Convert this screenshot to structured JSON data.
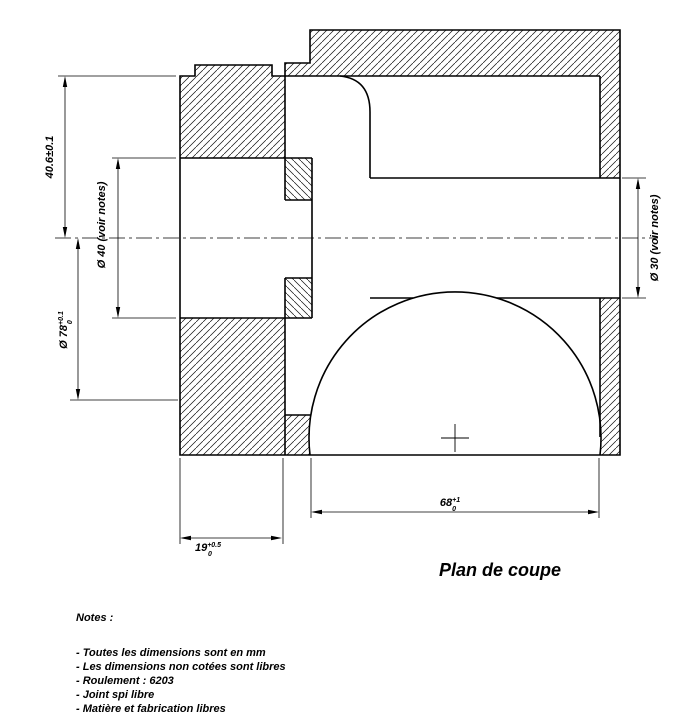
{
  "drawing": {
    "title": "Plan de coupe",
    "dim_406": "40.6±0.1",
    "dim_dia40": "Ø 40  (voir notes)",
    "dim_dia78": {
      "main": "Ø 78",
      "sup": "+0.1",
      "sub": "0"
    },
    "dim_dia30": "Ø 30  (voir notes)",
    "dim_68": {
      "main": "68",
      "sup": "+1",
      "sub": "0"
    },
    "dim_19": {
      "main": "19",
      "sup": "+0.5",
      "sub": "0"
    },
    "notes": {
      "heading": "Notes :",
      "lines": [
        "- Toutes les dimensions sont en mm",
        "- Les dimensions non cotées sont libres",
        "- Roulement : 6203",
        "- Joint spi libre",
        "- Matière et fabrication libres"
      ]
    }
  }
}
